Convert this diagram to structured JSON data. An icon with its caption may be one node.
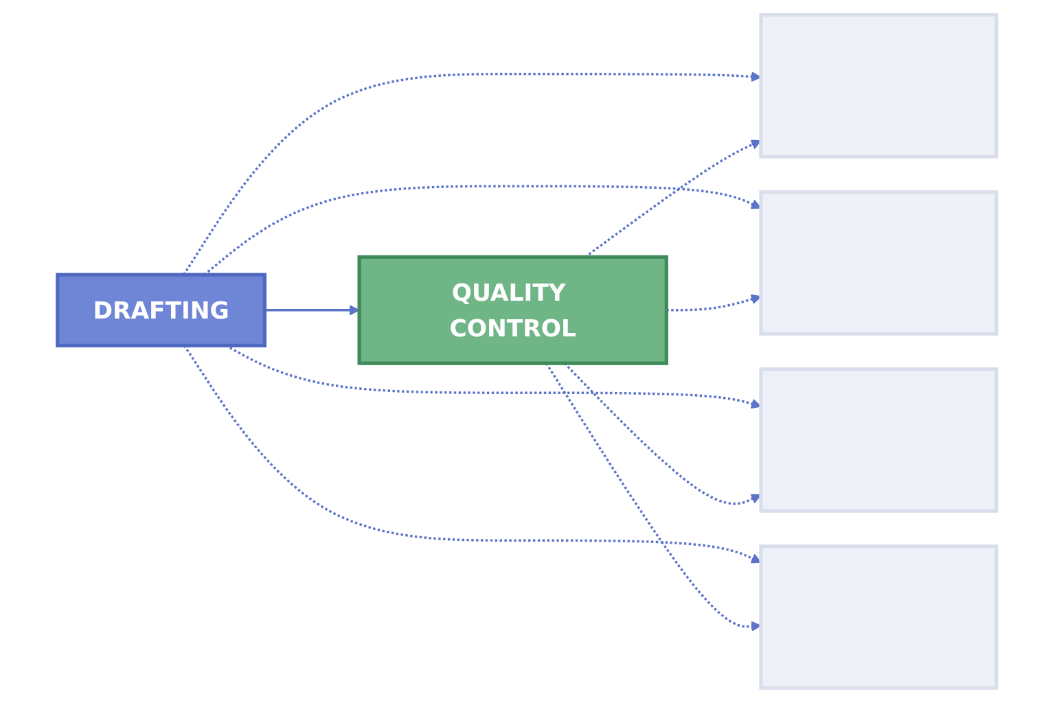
{
  "diagram": {
    "nodes": [
      {
        "text": [
          "DRAFTING"
        ]
      },
      {
        "text": [
          "QUALITY CONTROL"
        ]
      },
      {
        "text": [],
        "shape": "box"
      },
      {
        "text": [],
        "shape": "box"
      },
      {
        "text": [],
        "shape": "box"
      },
      {
        "text": [],
        "shape": "box"
      }
    ],
    "edges": [
      {
        "from": 0,
        "to": 1,
        "arrow": "to"
      },
      {
        "from": 0,
        "to": 2,
        "arrow": "to",
        "style": "dashed"
      },
      {
        "from": 0,
        "to": 3,
        "arrow": "to",
        "style": "dashed"
      },
      {
        "from": 0,
        "to": 4,
        "arrow": "to",
        "style": "dashed"
      },
      {
        "from": 0,
        "to": 5,
        "arrow": "to",
        "style": "dashed"
      },
      {
        "from": 1,
        "to": 2,
        "arrow": "to",
        "style": "dashed"
      },
      {
        "from": 1,
        "to": 3,
        "arrow": "to",
        "style": "dashed"
      },
      {
        "from": 1,
        "to": 4,
        "arrow": "to",
        "style": "dashed"
      },
      {
        "from": 1,
        "to": 5,
        "arrow": "to",
        "style": "dashed"
      }
    ]
  }
}
